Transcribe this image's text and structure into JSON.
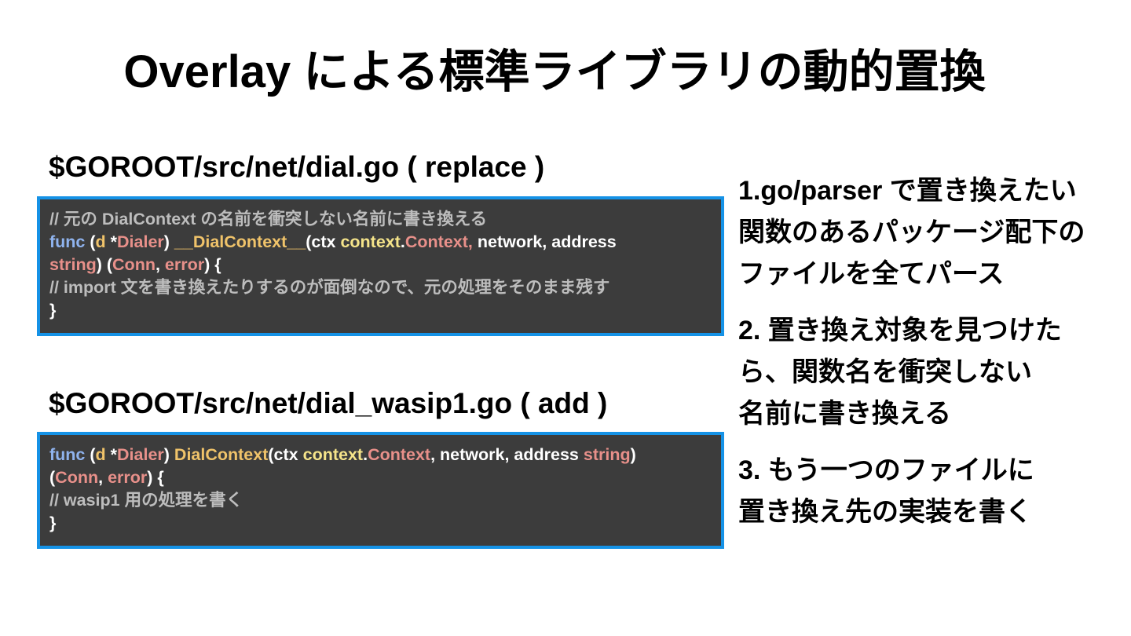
{
  "title": "Overlay による標準ライブラリの動的置換",
  "files": [
    {
      "heading": "$GOROOT/src/net/dial.go ( replace )",
      "code": {
        "line1_comment": "// 元の  DialContext の名前を衝突しない名前に書き換える",
        "line2": {
          "func": "func",
          "open": " (",
          "recv": "d",
          "star": " *",
          "recv_type": "Dialer",
          "close": ") ",
          "name": "__DialContext__",
          "args_open": "(ctx ",
          "pkg": "context",
          "dot": ".",
          "ctx_type": "Context,",
          "rest": " network, address"
        },
        "line3": {
          "string_type": "string",
          "paren": ") (",
          "conn": "Conn",
          "comma": ", ",
          "error": "error",
          "tail": ") {"
        },
        "line4_comment": "   // import 文を書き換えたりするのが面倒なので、元の処理をそのまま残す",
        "line5": "}"
      }
    },
    {
      "heading": "$GOROOT/src/net/dial_wasip1.go ( add )",
      "code": {
        "line1": {
          "func": "func",
          "open": " (",
          "recv": "d",
          "star": " *",
          "recv_type": "Dialer",
          "close": ") ",
          "name": "DialContext",
          "args_open": "(ctx ",
          "pkg": "context",
          "dot": ".",
          "ctx_type": "Context",
          "rest": ", network, address ",
          "string_type": "string",
          "end": ")"
        },
        "line2": {
          "paren": "(",
          "conn": "Conn",
          "comma": ", ",
          "error": "error",
          "tail": ") {"
        },
        "line3_comment": " // wasip1 用の処理を書く",
        "line4": "}"
      }
    }
  ],
  "steps": [
    {
      "lines": [
        "1.go/parser で置き換えたい",
        "関数のあるパッケージ配下の",
        "ファイルを全てパース"
      ]
    },
    {
      "lines": [
        "2. 置き換え対象を見つけた",
        "ら、関数名を衝突しない",
        "名前に書き換える"
      ]
    },
    {
      "lines": [
        "3. もう一つのファイルに",
        "置き換え先の実装を書く"
      ]
    }
  ],
  "colors": {
    "code_background": "#3c3c3c",
    "code_border": "#1592e6",
    "comment": "#bdbdbd",
    "keyword": "#8fb3ee",
    "identifier": "#f0c36a",
    "type": "#e8908a",
    "package": "#f5e48a"
  }
}
